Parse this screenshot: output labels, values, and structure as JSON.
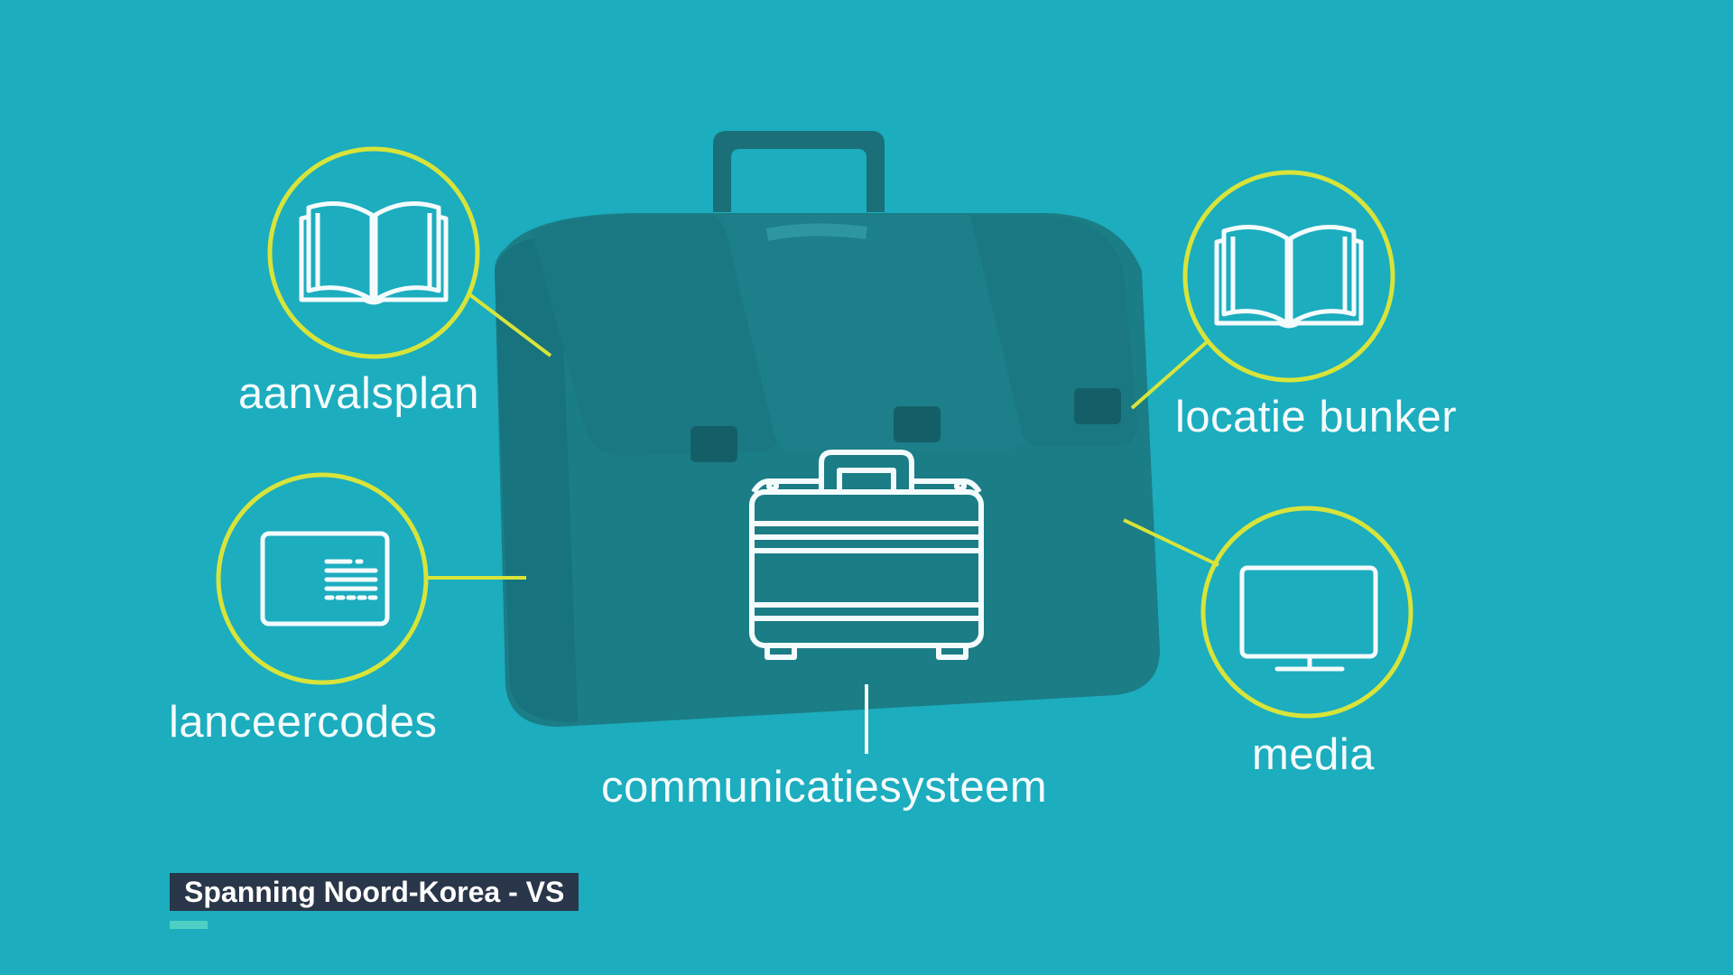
{
  "labels": {
    "aanvalsplan": "aanvalsplan",
    "lanceercodes": "lanceercodes",
    "locatie_bunker": "locatie bunker",
    "media": "media",
    "communicatiesysteem": "communicatiesysteem"
  },
  "caption": "Spanning Noord-Korea - VS",
  "icons": {
    "aanvalsplan": "open-book-icon",
    "lanceercodes": "card-icon",
    "locatie_bunker": "open-book-icon",
    "media": "monitor-icon",
    "communicatiesysteem": "briefcase-icon"
  },
  "colors": {
    "background": "#1cadbf",
    "ring": "#d8e43a",
    "icon_line": "#f4fbfc",
    "bag": "#1b7d86",
    "caption_bg": "#2a3649",
    "caption_accent": "#4fd0c6"
  }
}
